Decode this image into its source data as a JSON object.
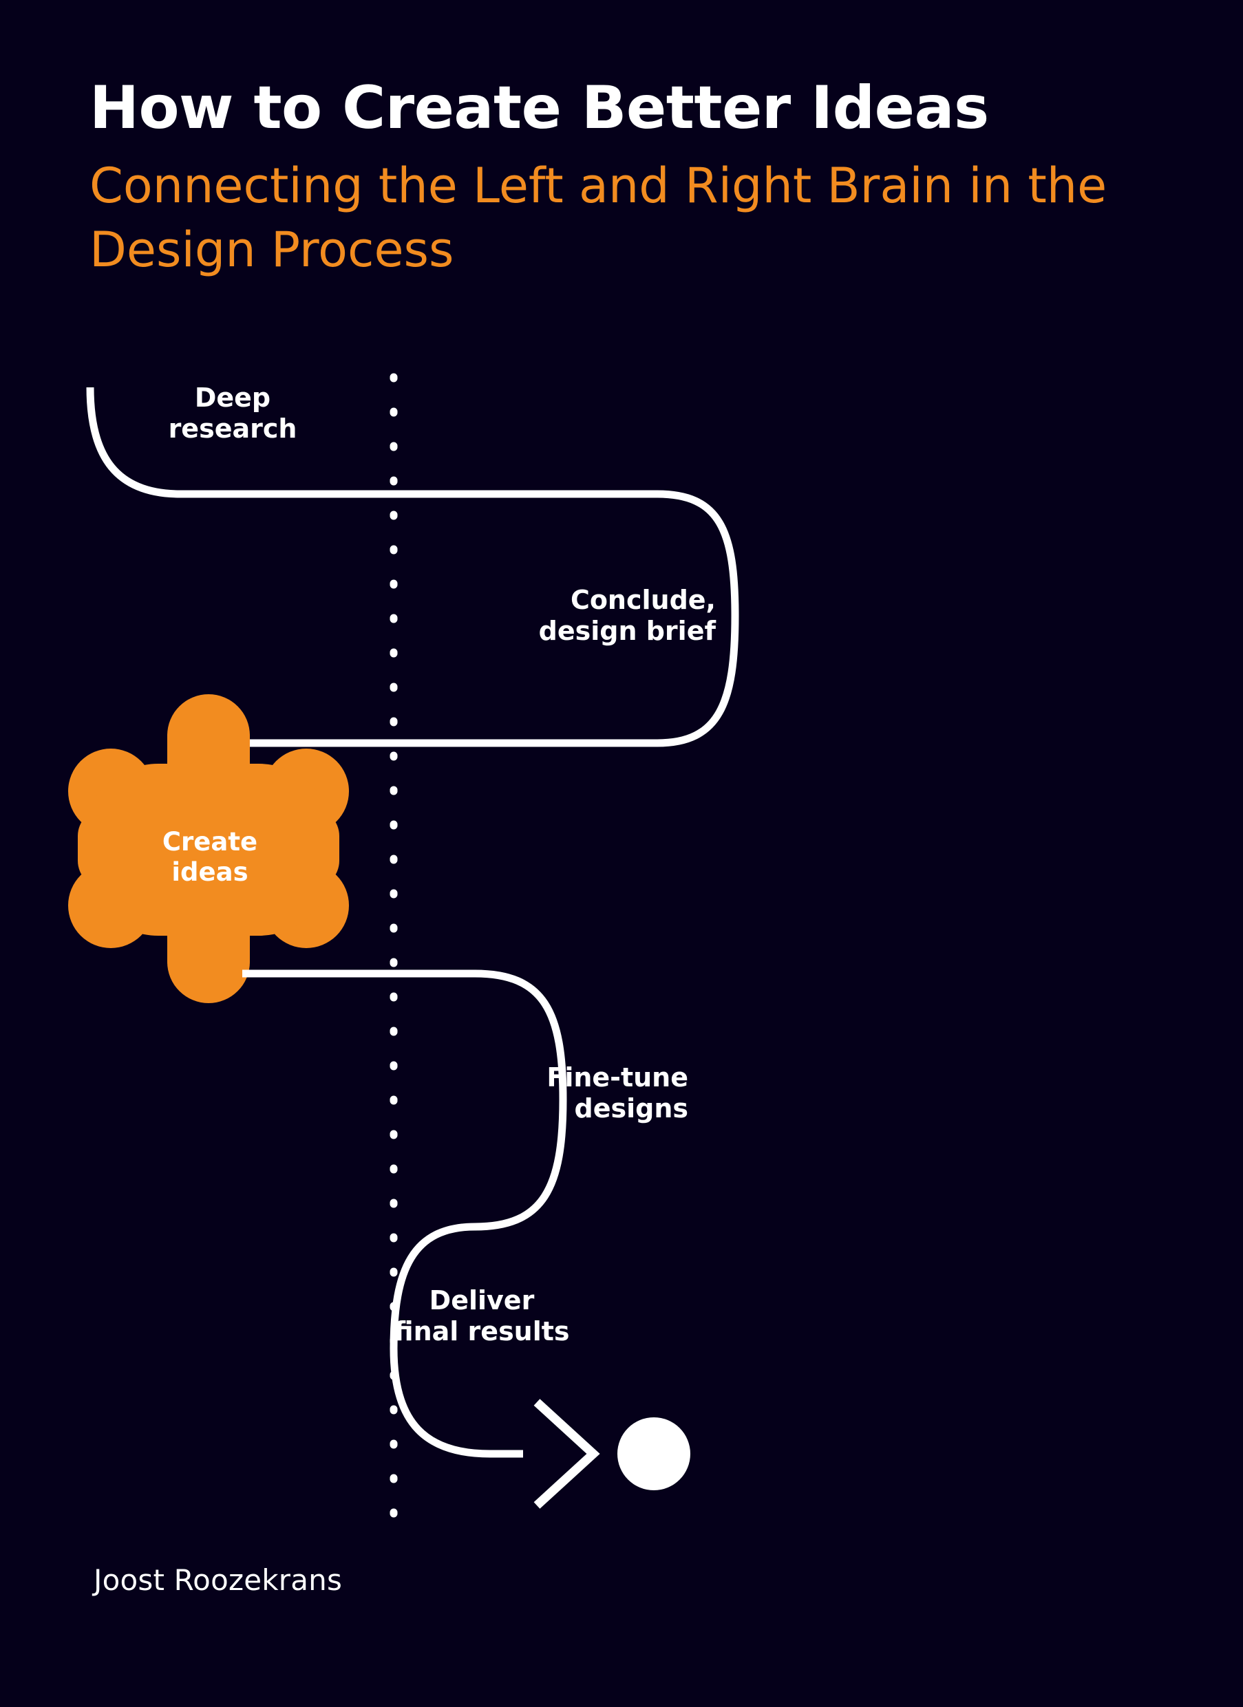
{
  "cover": {
    "title": "How to Create Better Ideas",
    "subtitle": "Connecting the Left and Right Brain in the Design Process",
    "author": "Joost Roozekrans"
  },
  "colors": {
    "background": "#05001a",
    "accent_orange": "#f28c20",
    "line_white": "#ffffff",
    "title_white": "#ffffff"
  },
  "diagram": {
    "name": "design-process-flow",
    "divider_label": "left-right-brain-dotted-divider",
    "steps": [
      {
        "id": "deep-research",
        "label": "Deep\nresearch",
        "marker": "curve-start"
      },
      {
        "id": "conclude",
        "label": "Conclude,\ndesign brief",
        "marker": "u-turn-right"
      },
      {
        "id": "create-ideas",
        "label": "Create\nideas",
        "marker": "orange-flower-blob"
      },
      {
        "id": "fine-tune",
        "label": "Fine-tune\ndesigns",
        "marker": "u-turn-right"
      },
      {
        "id": "deliver",
        "label": "Deliver\nfinal results",
        "marker": "arrow-to-dot"
      }
    ],
    "end_marker": {
      "arrow": "chevron-right-icon",
      "target": "filled-circle-icon"
    }
  }
}
